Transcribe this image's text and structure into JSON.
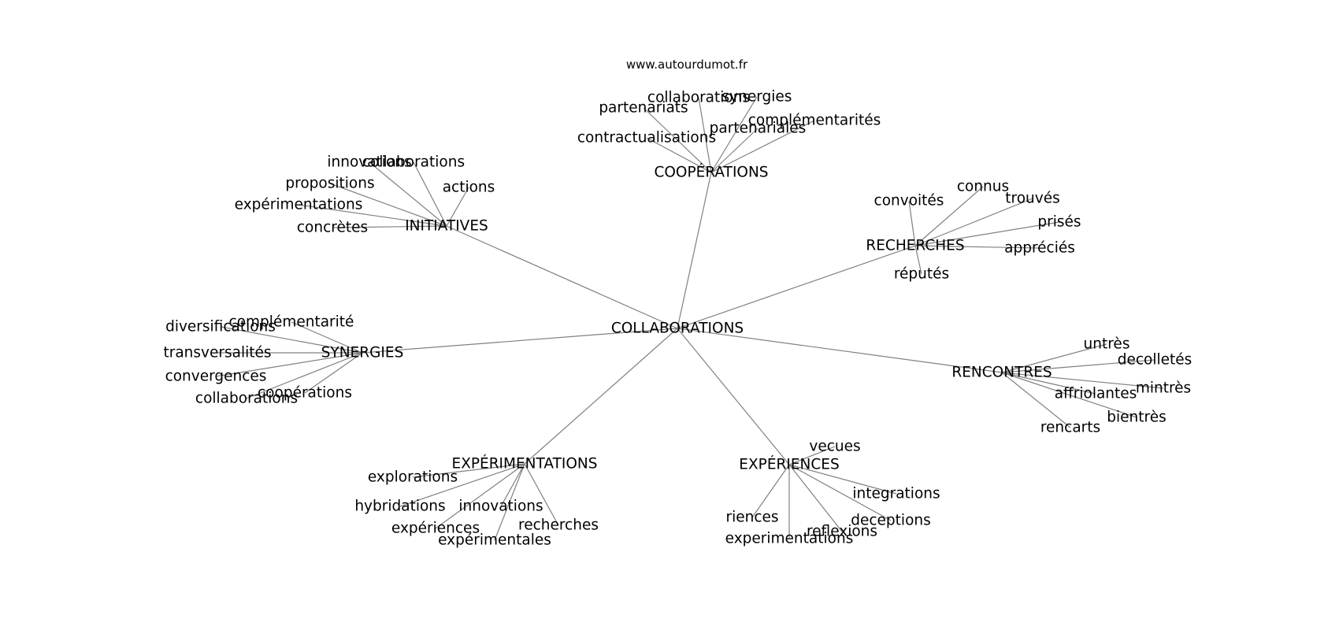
{
  "source": "www.autourdumot.fr",
  "center": "COLLABORATIONS",
  "clusters": [
    {
      "id": "cooperations",
      "label": "COOPÉRATIONS",
      "leaves": [
        "collaborations",
        "synergies",
        "partenariats",
        "complémentarités",
        "partenariales",
        "contractualisations"
      ]
    },
    {
      "id": "initiatives",
      "label": "INITIATIVES",
      "leaves": [
        "innovations",
        "collaborations",
        "actions",
        "propositions",
        "expérimentations",
        "concrètes"
      ]
    },
    {
      "id": "recherches",
      "label": "RECHERCHES",
      "leaves": [
        "connus",
        "convoités",
        "trouvés",
        "prisés",
        "appréciés",
        "réputés"
      ]
    },
    {
      "id": "synergies",
      "label": "SYNERGIES",
      "leaves": [
        "complémentarité",
        "diversifications",
        "transversalités",
        "convergences",
        "coopérations",
        "collaborations"
      ]
    },
    {
      "id": "rencontres",
      "label": "RENCONTRES",
      "leaves": [
        "untrès",
        "decolletés",
        "mintrès",
        "affriolantes",
        "bientrès",
        "rencarts"
      ]
    },
    {
      "id": "experimentations",
      "label": "EXPÉRIMENTATIONS",
      "leaves": [
        "explorations",
        "hybridations",
        "innovations",
        "expériences",
        "recherches",
        "expérimentales"
      ]
    },
    {
      "id": "experiences",
      "label": "EXPÉRIENCES",
      "leaves": [
        "vecues",
        "integrations",
        "riences",
        "deceptions",
        "reflexions",
        "experimentations"
      ]
    }
  ]
}
